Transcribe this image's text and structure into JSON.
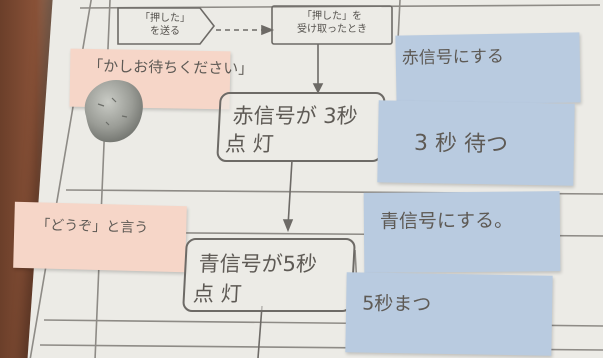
{
  "flow_top_left": "「押した」\nを送る",
  "flow_top_right": "「押した」を\n受け取ったとき",
  "note_pink_top": "「かしお待ちください」",
  "note_pink_bottom": "「どうぞ」と言う",
  "box_red_line1": "赤信号が 3秒",
  "box_red_line2": "点 灯",
  "box_green_line1": "青信号が5秒",
  "box_green_line2": "点 灯",
  "note_blue_1": "赤信号にする",
  "note_blue_2": "3 秒 待つ",
  "note_blue_3": "青信号にする。",
  "note_blue_4": "5秒まつ"
}
